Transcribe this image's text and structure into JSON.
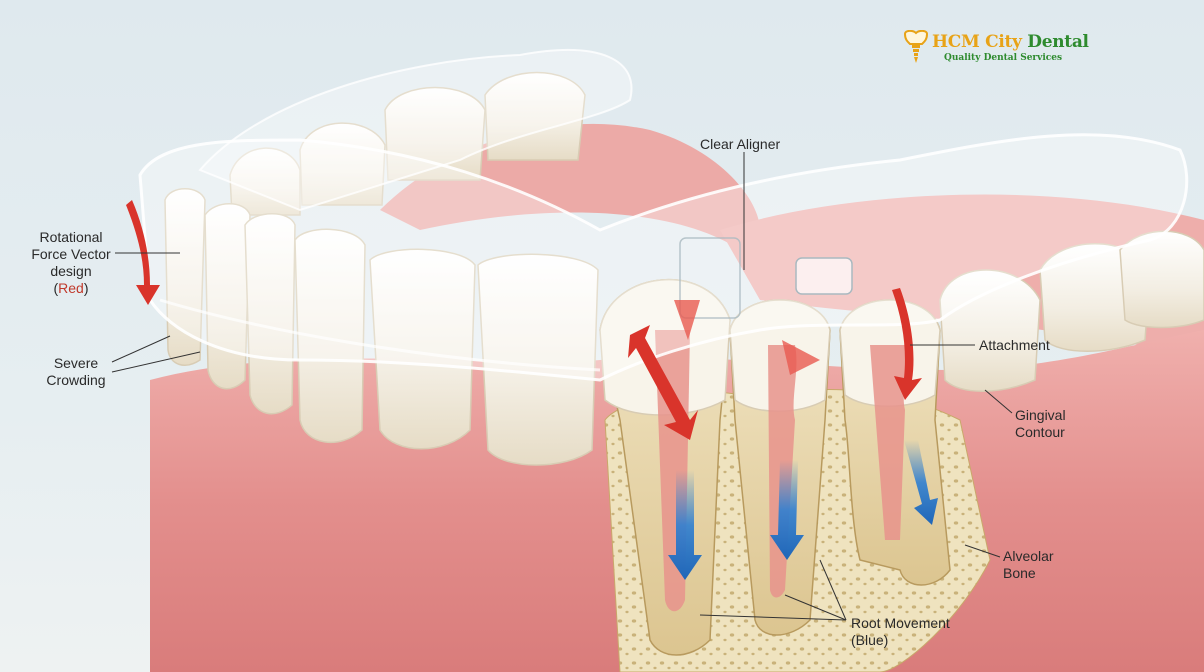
{
  "brand": {
    "name_part1": "HCM City",
    "name_part2": " Dental",
    "tagline": "Quality Dental Services",
    "icon": "tooth-implant-icon",
    "colors": {
      "primary": "#2e8b2e",
      "accent": "#e8a317"
    }
  },
  "labels": {
    "clear_aligner": "Clear Aligner",
    "rotational_line1": "Rotational",
    "rotational_line2": "Force Vector",
    "rotational_line3": "design",
    "rotational_line4_open": "(",
    "rotational_line4_red": "Red",
    "rotational_line4_close": ")",
    "crowding_line1": "Severe",
    "crowding_line2": "Crowding",
    "attachment": "Attachment",
    "gingival_line1": "Gingival",
    "gingival_line2": "Contour",
    "alveolar_line1": "Alveolar",
    "alveolar_line2": "Bone",
    "root_line1": "Root Movement",
    "root_line2": "(Blue)"
  },
  "colors": {
    "gum": "#e89a98",
    "gum_dark": "#c9706f",
    "tooth": "#f6f1e6",
    "root": "#e7d6a8",
    "bone": "#efe3bf",
    "aligner": "#ffffff",
    "force_red": "#d9342b",
    "movement_blue": "#2f7fd1"
  }
}
